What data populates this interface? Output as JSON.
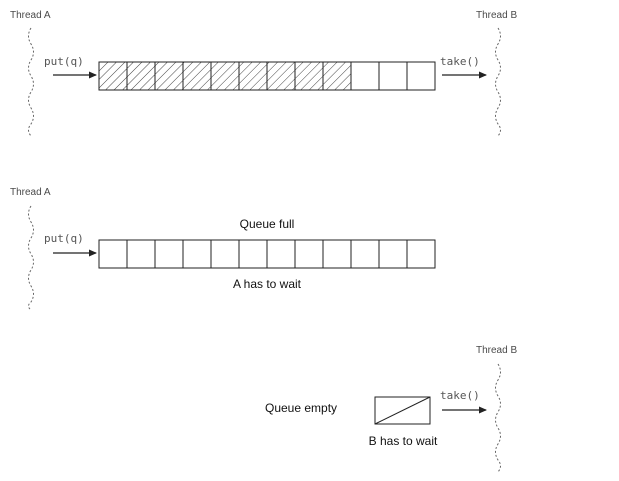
{
  "section1": {
    "thread_a": "Thread A",
    "thread_b": "Thread B",
    "put_label": "put(q)",
    "take_label": "take()",
    "queue": {
      "total_slots": 12,
      "filled_slots": 9
    }
  },
  "section2": {
    "thread_a": "Thread A",
    "put_label": "put(q)",
    "caption_top": "Queue full",
    "caption_bottom": "A has to wait",
    "queue": {
      "total_slots": 12,
      "filled_slots": 0
    }
  },
  "section3": {
    "thread_b": "Thread B",
    "take_label": "take()",
    "caption_left": "Queue empty",
    "caption_bottom": "B has to wait"
  }
}
